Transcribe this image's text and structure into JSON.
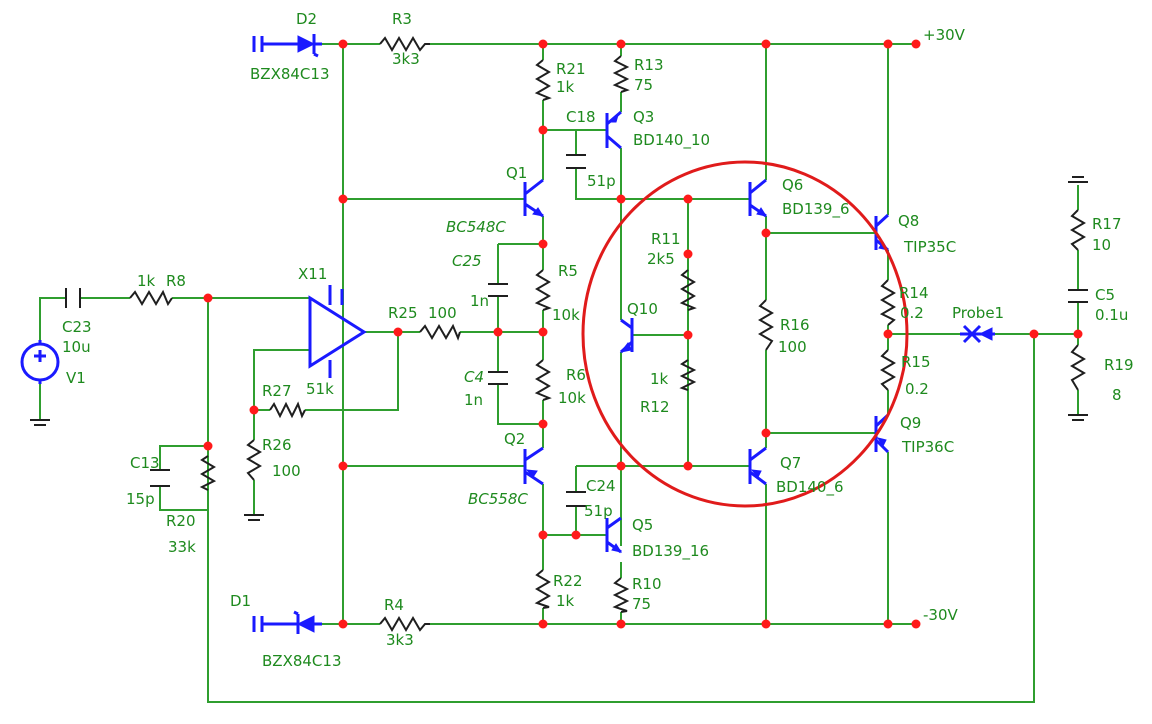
{
  "labels": {
    "d2": "D2",
    "d2_part": "BZX84C13",
    "r3": "R3",
    "r3_val": "3k3",
    "plus30": "+30V",
    "r21": "R21",
    "r21_val": "1k",
    "r13": "R13",
    "r13_val": "75",
    "c18": "C18",
    "q3": "Q3",
    "q3_part": "BD140_10",
    "q1": "Q1",
    "q1_part": "BC548C",
    "c18_val": "51p",
    "q6": "Q6",
    "q6_part": "BD139_6",
    "q8": "Q8",
    "q8_part": "TIP35C",
    "r17": "R17",
    "r17_val": "10",
    "c25": "C25",
    "c25_val": "1n",
    "r11": "R11",
    "r11_val": "2k5",
    "r5": "R5",
    "r5_val": "10k",
    "x11": "X11",
    "c23": "C23",
    "c23_val": "10u",
    "r8_val": "1k",
    "r8": "R8",
    "r25": "R25",
    "r25_val": "100",
    "q10": "Q10",
    "r16": "R16",
    "r16_val": "100",
    "r14": "R14",
    "r14_val": "0.2",
    "probe": "Probe1",
    "c5": "C5",
    "c5_val": "0.1u",
    "r19": "R19",
    "r19_val": "8",
    "v1": "V1",
    "x11_val": "51k",
    "r27": "R27",
    "c4": "C4",
    "c4_val": "1n",
    "r6": "R6",
    "r6_val": "10k",
    "r12_val": "1k",
    "r12": "R12",
    "r15": "R15",
    "r15_val": "0.2",
    "c13": "C13",
    "c13_val": "15p",
    "r26": "R26",
    "r26_val": "100",
    "q2": "Q2",
    "q2_part": "BC558C",
    "c24": "C24",
    "c24_val": "51p",
    "q7": "Q7",
    "q7_part": "BD140_6",
    "q9": "Q9",
    "q9_part": "TIP36C",
    "r20": "R20",
    "r20_val": "33k",
    "q5": "Q5",
    "q5_part": "BD139_16",
    "d1": "D1",
    "d1_part": "BZX84C13",
    "r4": "R4",
    "r4_val": "3k3",
    "r22": "R22",
    "r22_val": "1k",
    "r10": "R10",
    "r10_val": "75",
    "minus30": "-30V"
  },
  "colors": {
    "wire": "#2f9e2f",
    "label": "#1e8a1e",
    "component": "#1a1aff",
    "node": "#ff1a1a",
    "highlight_circle": "#e01b1b"
  }
}
